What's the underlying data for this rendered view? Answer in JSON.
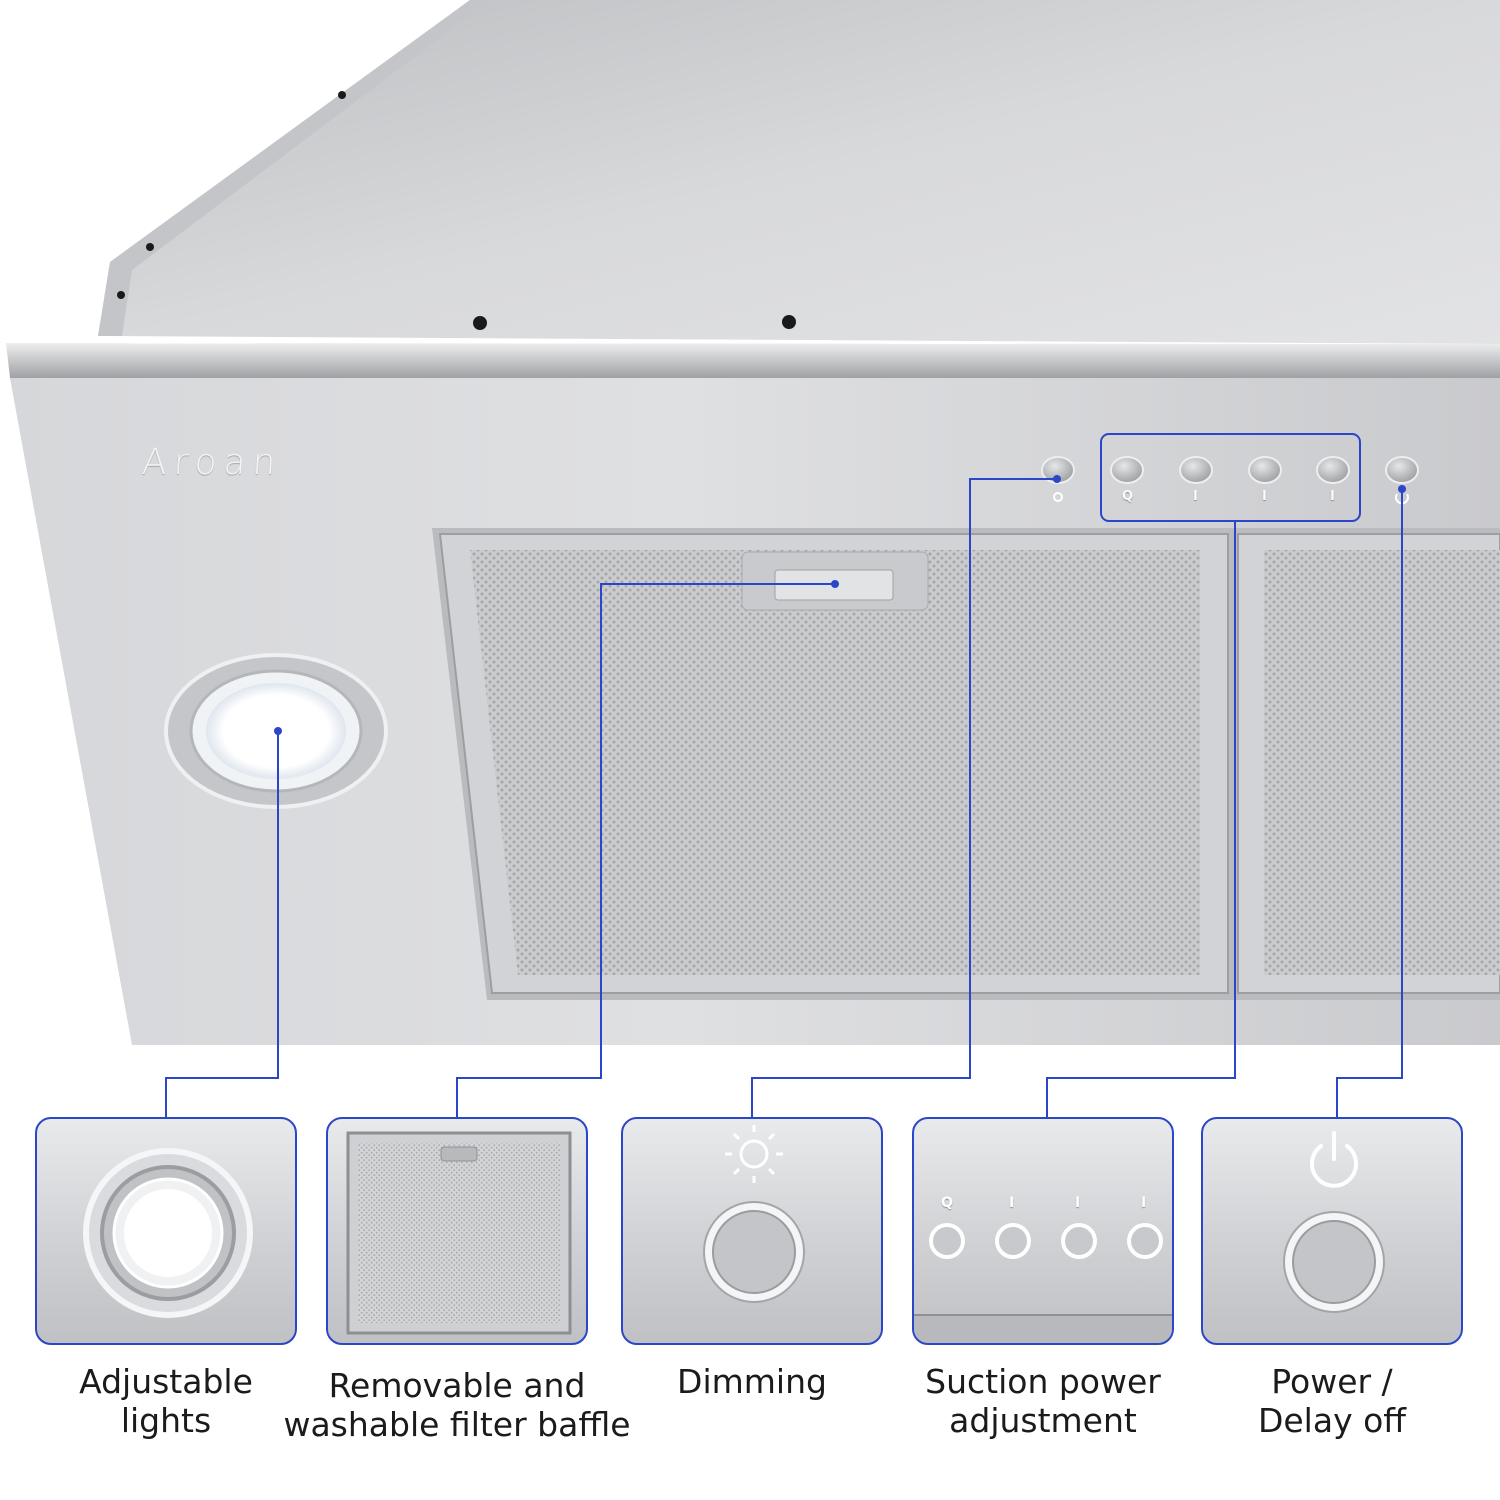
{
  "product": {
    "brand": "Aroan"
  },
  "control_panel": {
    "buttons": [
      {
        "name": "dimming-button",
        "glyph": "sun-icon"
      },
      {
        "name": "speed-q-button",
        "label": "Q"
      },
      {
        "name": "speed-1-button",
        "label": "I"
      },
      {
        "name": "speed-2-button",
        "label": "I"
      },
      {
        "name": "speed-3-button",
        "label": "I"
      },
      {
        "name": "power-button",
        "glyph": "power-icon"
      }
    ]
  },
  "features": [
    {
      "id": "lights",
      "icon": "light-ring-icon",
      "caption_lines": [
        "Adjustable",
        "lights"
      ]
    },
    {
      "id": "filter",
      "icon": "mesh-filter-icon",
      "caption_lines": [
        "Removable and",
        "washable filter baffle"
      ]
    },
    {
      "id": "dimming",
      "icon": "sun-icon",
      "caption_lines": [
        "Dimming"
      ]
    },
    {
      "id": "suction",
      "icon": "speed-buttons-icon",
      "caption_lines": [
        "Suction power",
        "adjustment"
      ],
      "button_labels": [
        "Q",
        "I",
        "I",
        "I"
      ]
    },
    {
      "id": "power",
      "icon": "power-icon",
      "caption_lines": [
        "Power /",
        "Delay off"
      ]
    }
  ],
  "colors": {
    "accent": "#2b46c8",
    "steel": "#cfd1d4",
    "background": "#ffffff"
  }
}
